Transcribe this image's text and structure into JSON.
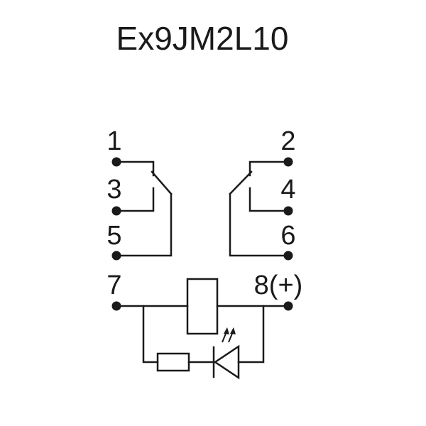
{
  "title": "Ex9JM2L10",
  "pins": {
    "p1": "1",
    "p2": "2",
    "p3": "3",
    "p4": "4",
    "p5": "5",
    "p6": "6",
    "p7": "7",
    "p8": "8(+)"
  },
  "colors": {
    "ink": "#1a1a1a",
    "background": "#ffffff"
  }
}
